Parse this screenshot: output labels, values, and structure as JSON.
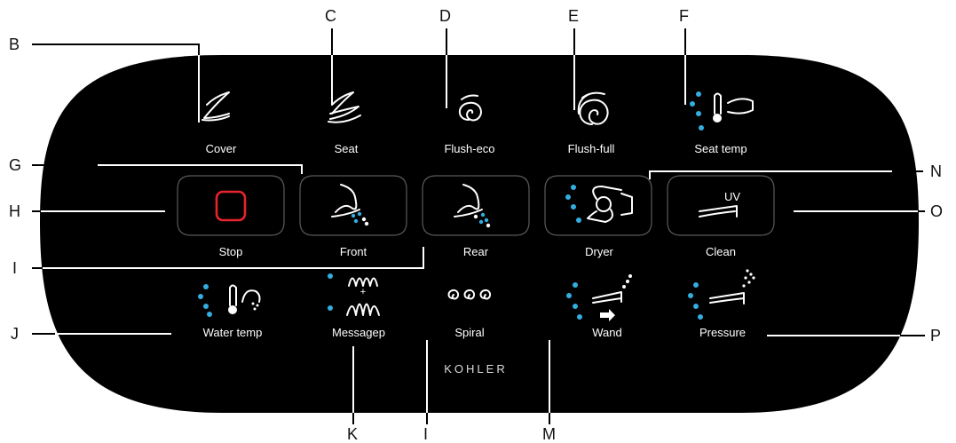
{
  "panel": {
    "brand": "KOHLER",
    "buttons": {
      "cover": "Cover",
      "seat": "Seat",
      "flush_eco": "Flush-eco",
      "flush_full": "Flush-full",
      "seat_temp": "Seat temp",
      "stop": "Stop",
      "front": "Front",
      "rear": "Rear",
      "dryer": "Dryer",
      "clean": "Clean",
      "clean_badge": "UV",
      "water_temp": "Water temp",
      "massage": "Messagep",
      "spiral": "Spiral",
      "wand": "Wand",
      "pressure": "Pressure"
    }
  },
  "callouts": {
    "B": "B",
    "C": "C",
    "D": "D",
    "E": "E",
    "F": "F",
    "G": "G",
    "H": "H",
    "I": "I",
    "J": "J",
    "K": "K",
    "I2": "I",
    "M": "M",
    "N": "N",
    "O": "O",
    "P": "P"
  },
  "colors": {
    "panel": "#000000",
    "accent_blue": "#33aee0",
    "stop_red": "#e8242c",
    "text": "#ffffff"
  }
}
